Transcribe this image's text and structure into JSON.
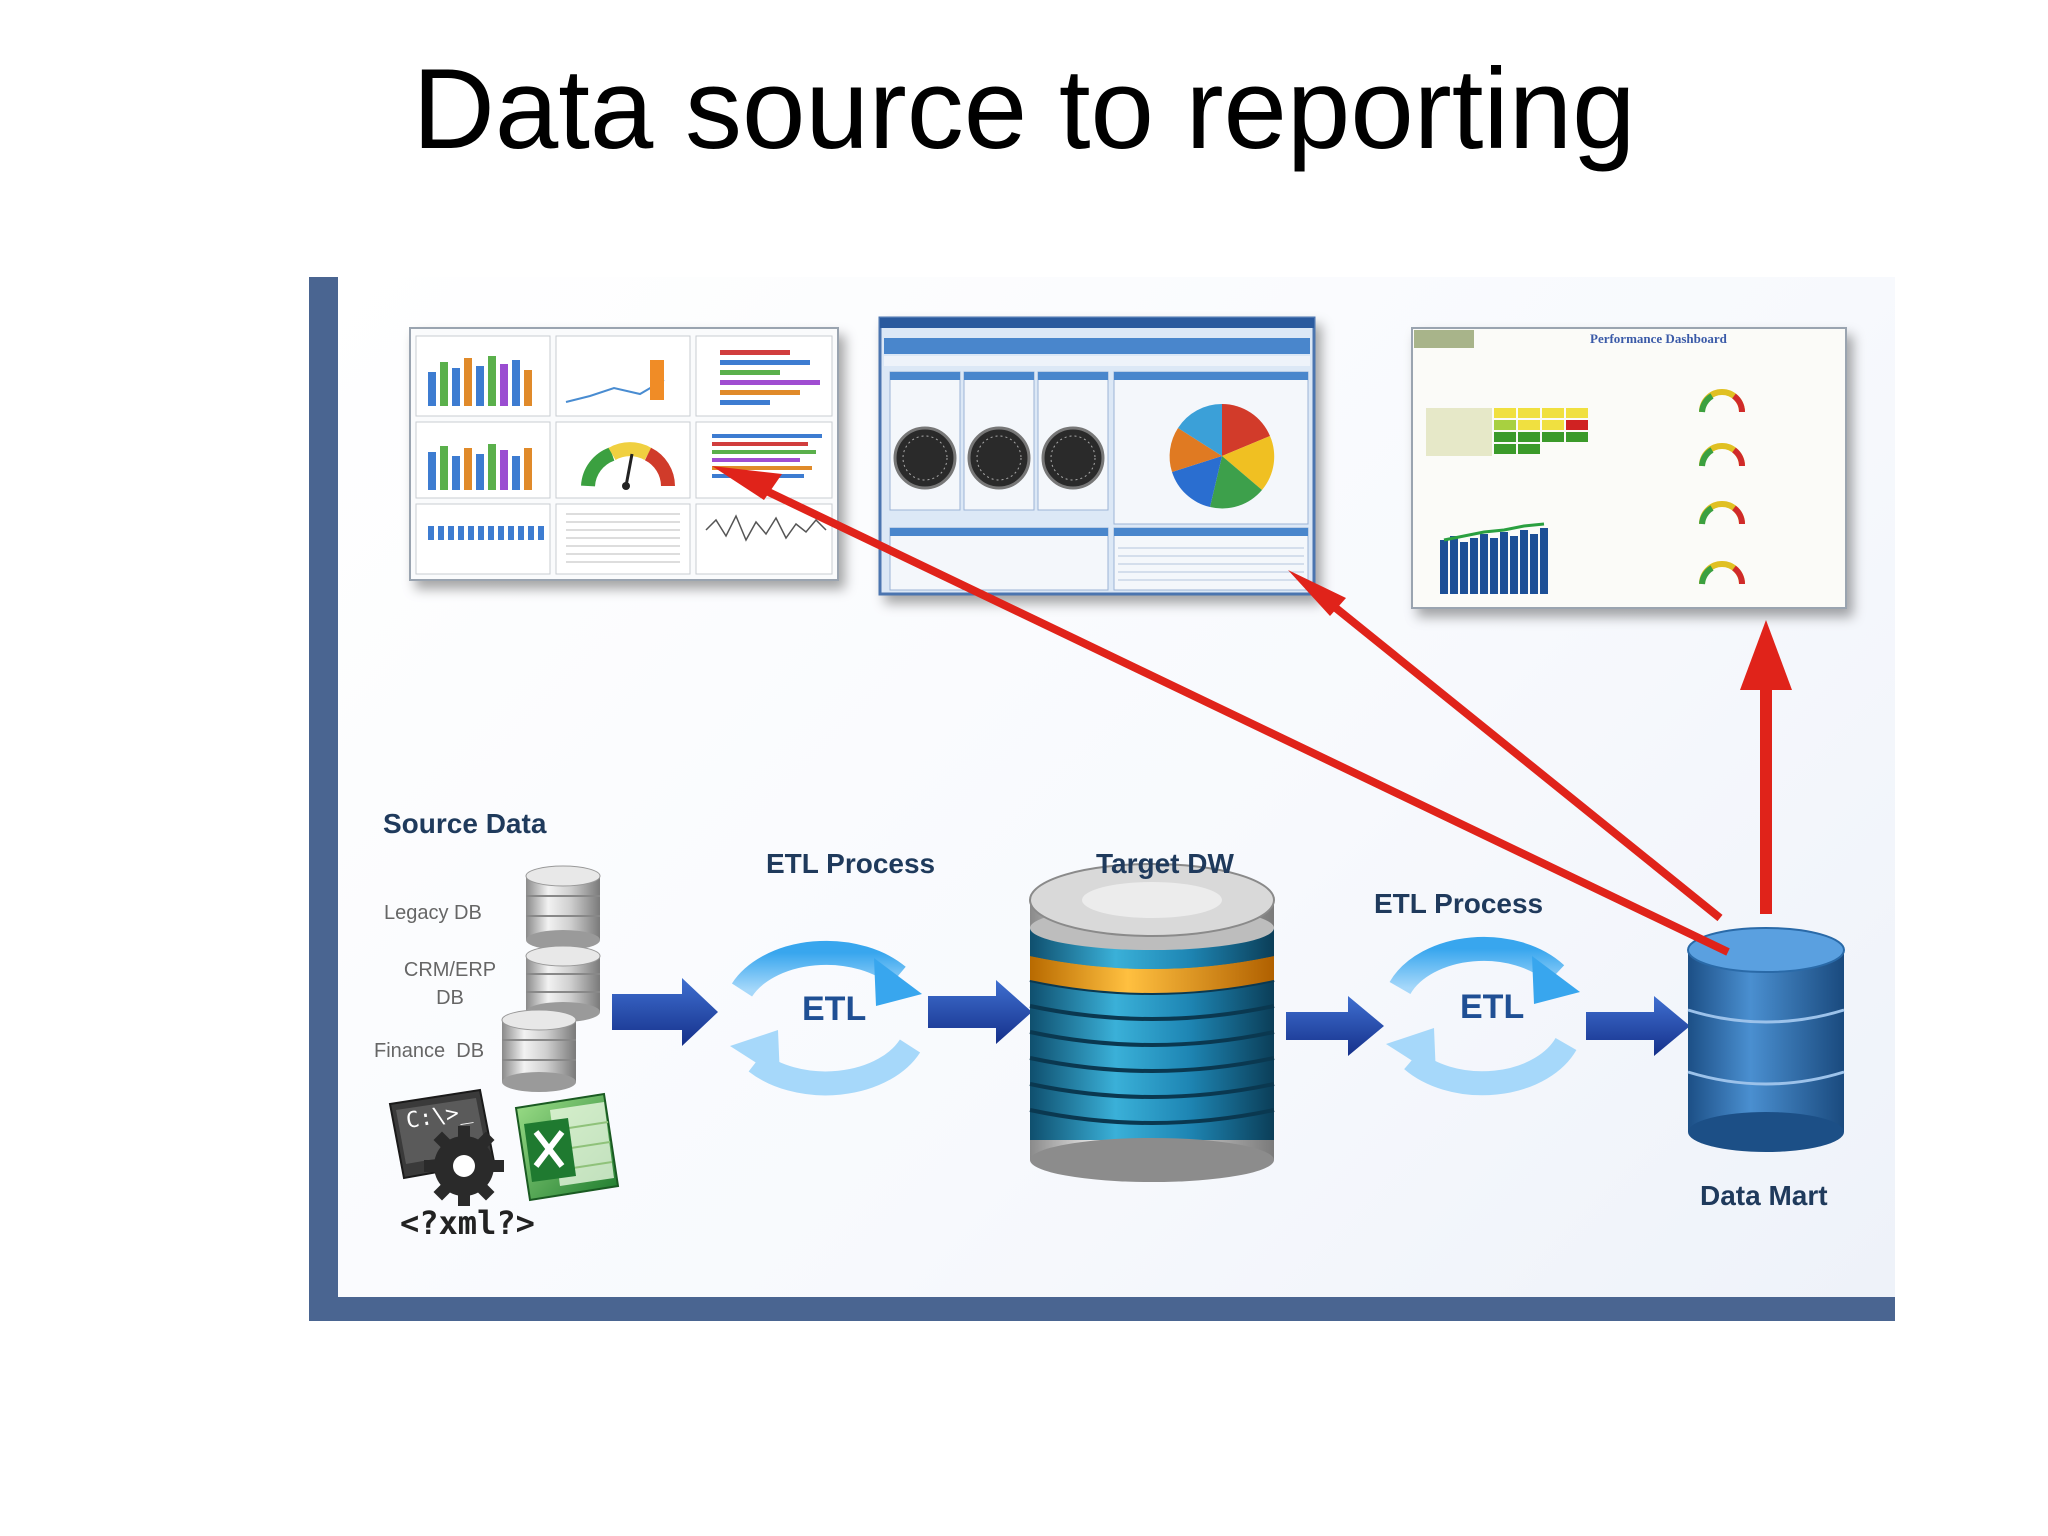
{
  "slide": {
    "title": "Data source to reporting"
  },
  "source": {
    "heading": "Source Data",
    "databases": [
      {
        "label": "Legacy DB"
      },
      {
        "label": "CRM/ERP\nDB"
      },
      {
        "label": "Finance  DB"
      }
    ],
    "cmd_icon_text": "C:\\>_",
    "xml_text": "<?xml?>"
  },
  "etl1": {
    "heading": "ETL Process",
    "icon_text": "ETL"
  },
  "target": {
    "heading": "Target DW"
  },
  "etl2": {
    "heading": "ETL Process",
    "icon_text": "ETL"
  },
  "datamart": {
    "label": "Data Mart"
  },
  "dashboards": {
    "performance_title": "Performance Dashboard"
  },
  "colors": {
    "frame": "#4a6591",
    "flow_arrow": "#1f3f9a",
    "report_arrow": "#e0231a",
    "etl_cycle": "#3aa0e6",
    "datamart": "#2f6da8"
  }
}
